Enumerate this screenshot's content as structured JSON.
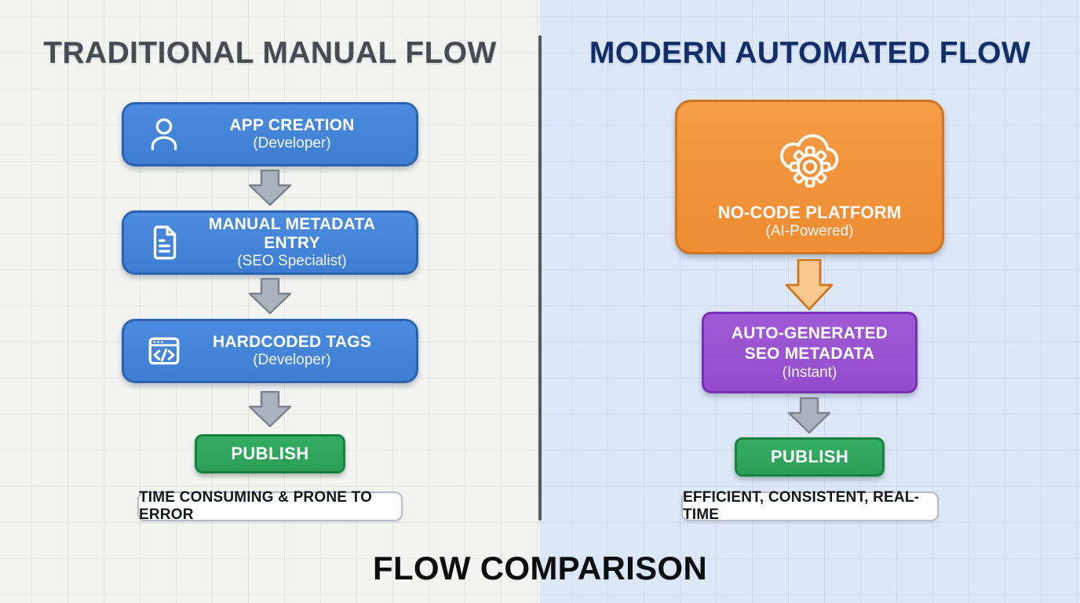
{
  "diagram": {
    "bottom_title": "FLOW COMPARISON"
  },
  "left_panel": {
    "title": "TRADITIONAL MANUAL FLOW",
    "steps": [
      {
        "title": "APP CREATION",
        "subtitle": "(Developer)",
        "icon": "person-icon"
      },
      {
        "title": "MANUAL METADATA ENTRY",
        "subtitle": "(SEO Specialist)",
        "icon": "document-icon"
      },
      {
        "title": "HARDCODED TAGS",
        "subtitle": "(Developer)",
        "icon": "code-window-icon"
      }
    ],
    "publish_label": "PUBLISH",
    "caption": "TIME CONSUMING & PRONE TO ERROR"
  },
  "right_panel": {
    "title": "MODERN AUTOMATED FLOW",
    "platform_step": {
      "title": "NO-CODE PLATFORM",
      "subtitle": "(AI-Powered)",
      "icon": "cloud-gear-icon"
    },
    "metadata_step": {
      "title_line1": "AUTO-GENERATED",
      "title_line2": "SEO METADATA",
      "subtitle": "(Instant)"
    },
    "publish_label": "PUBLISH",
    "caption": "EFFICIENT, CONSISTENT, REAL-TIME"
  },
  "colors": {
    "left_background": "#f3f4f1",
    "right_background": "#dce8f8",
    "blue_node": "#4384d9",
    "blue_node_border": "#2b63b0",
    "green_node": "#31a75f",
    "green_node_border": "#19813f",
    "orange_node": "#f2923c",
    "orange_node_border": "#cf7420",
    "purple_node": "#9b53d3",
    "purple_node_border": "#7a2fb5",
    "gray_arrow_fill": "#aab3bd",
    "gray_arrow_border": "#7b828b",
    "orange_arrow_fill": "#f8c88f",
    "orange_arrow_border": "#d0761f",
    "left_title_color": "#474c52",
    "right_title_color": "#132f6b",
    "divider_color": "#53585f"
  }
}
